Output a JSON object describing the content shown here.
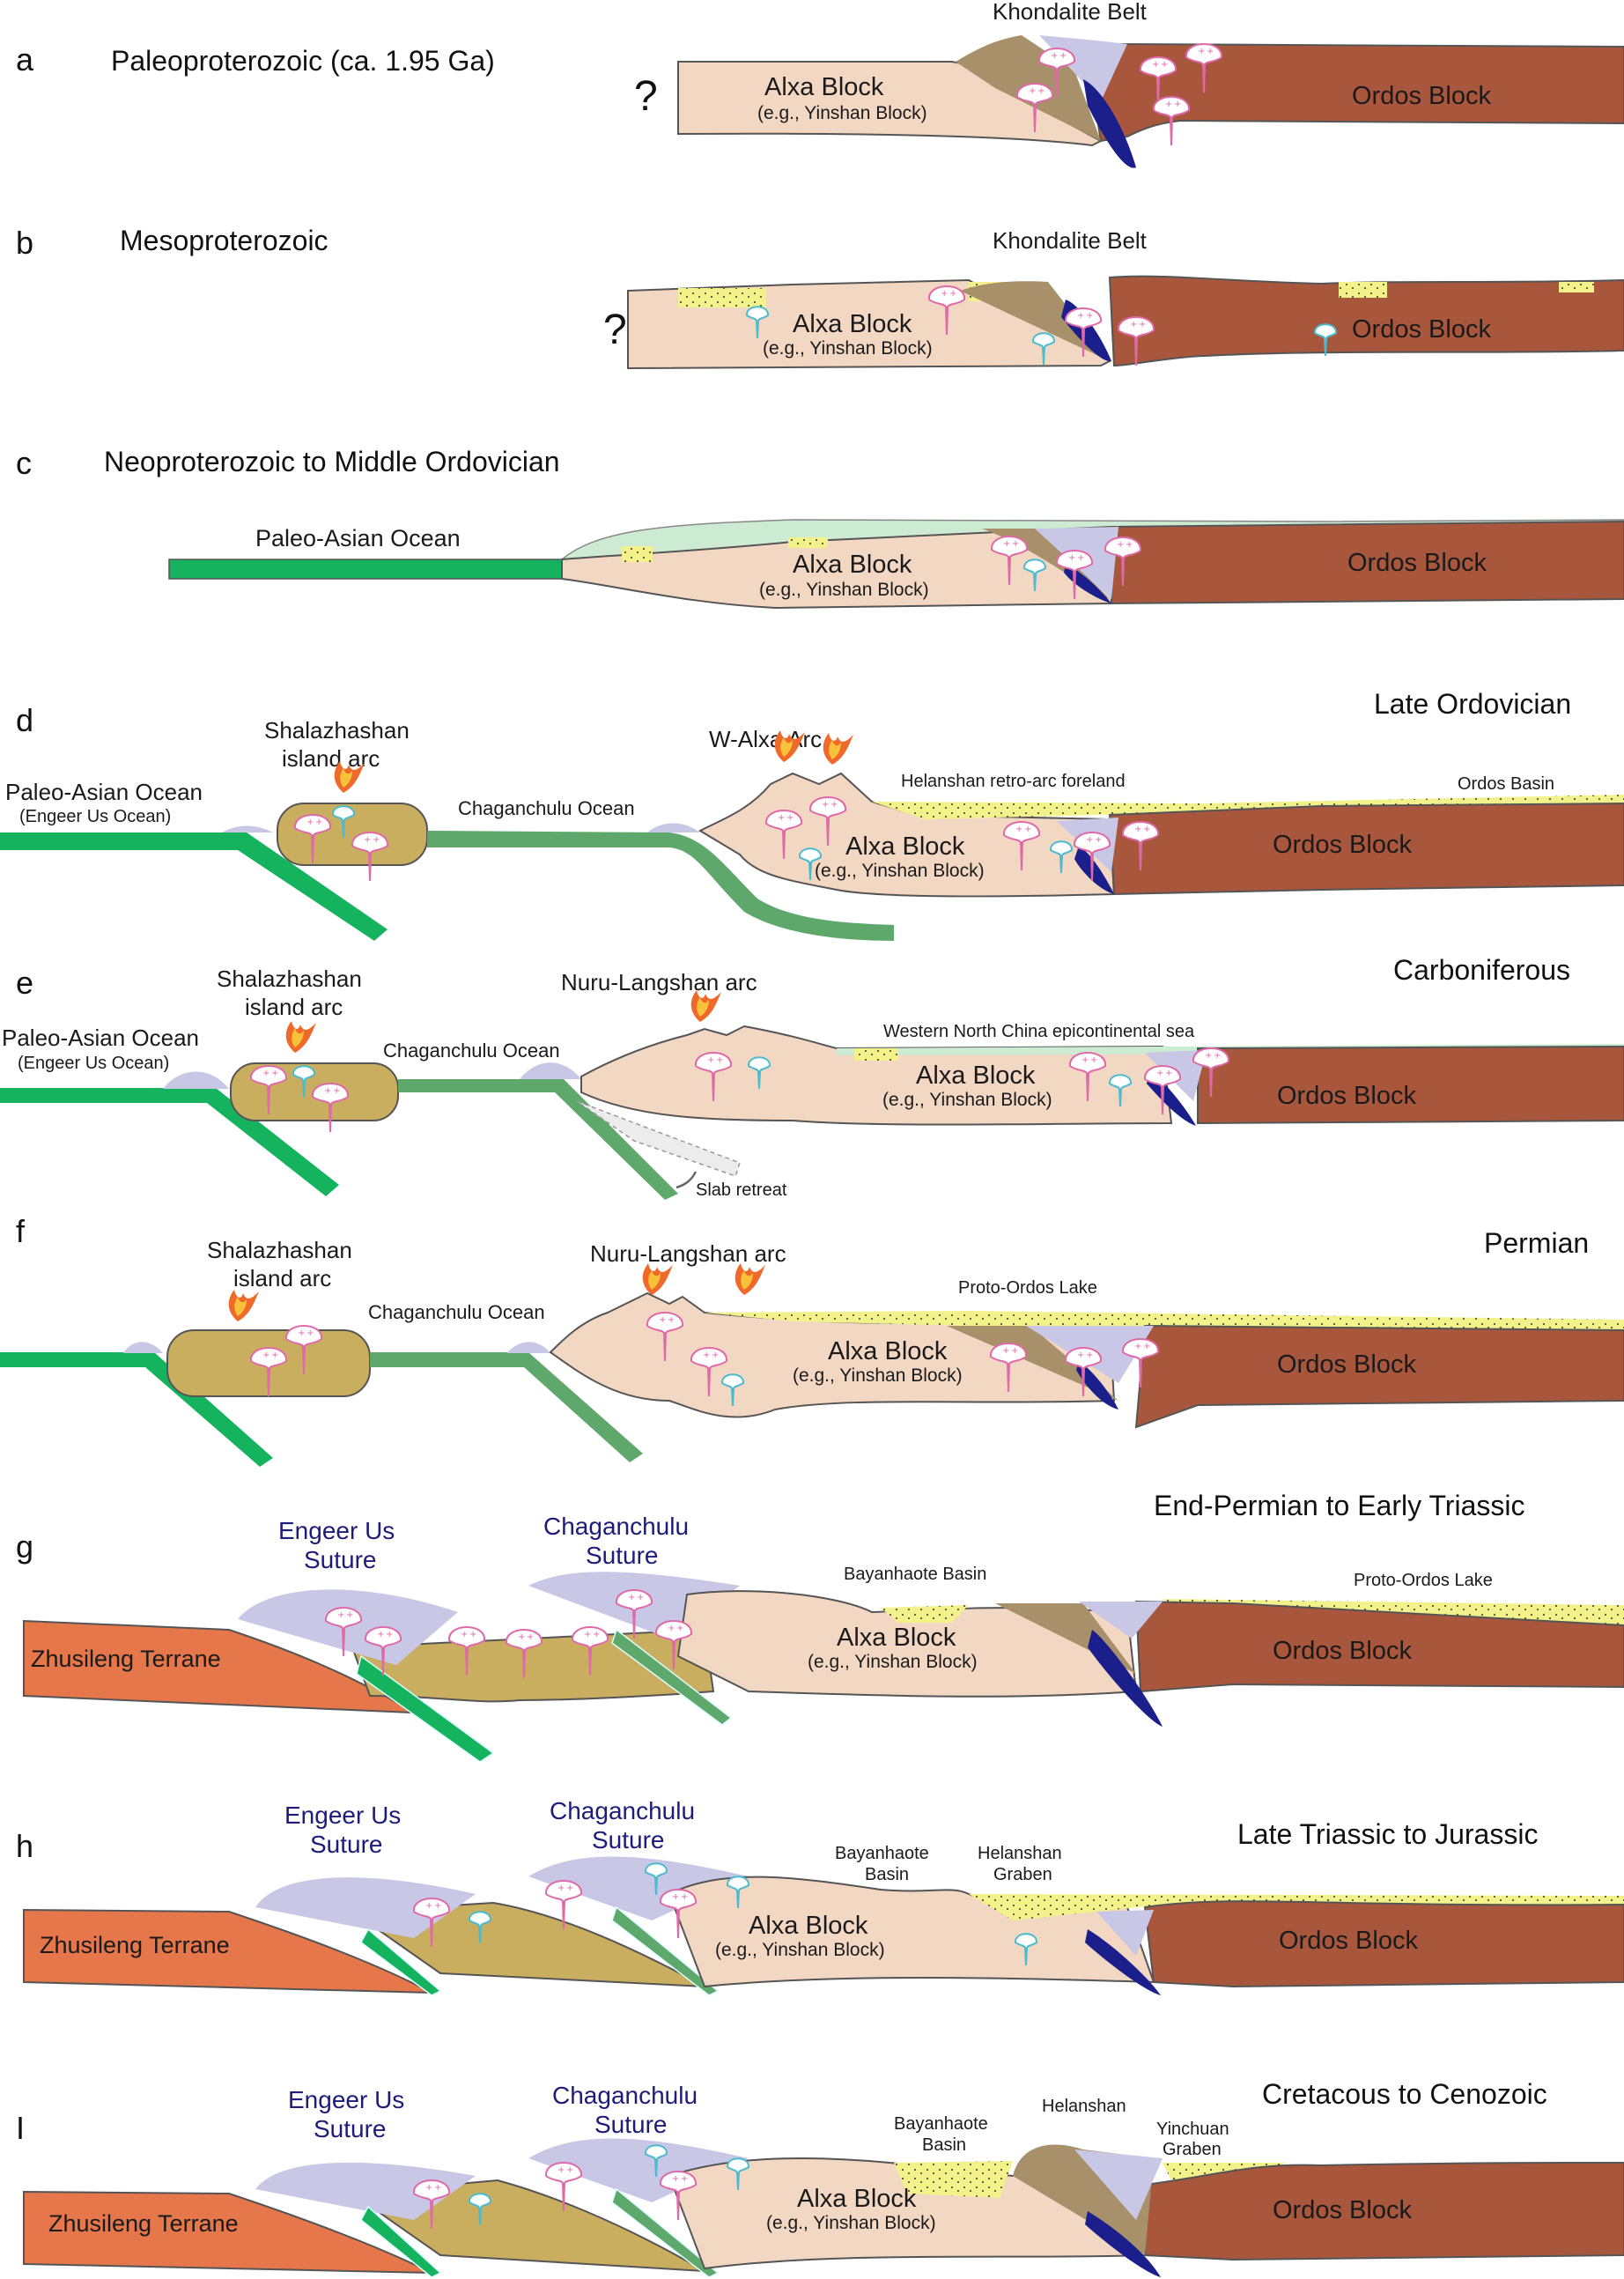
{
  "figure": {
    "description": "Tectonic evolution cross-sections of the Alxa and Ordos blocks",
    "colors": {
      "alxa_block": "#f2d7c3",
      "ordos_block": "#a8573d",
      "zhusileng_terrane": "#e5774a",
      "island_arc": "#c9ae5f",
      "oceanic_slab_bright": "#16b35f",
      "oceanic_slab_dark": "#5fa86c",
      "sediment_yellow": "#f3f28a",
      "epicontinental_sea": "#cdebd2",
      "accretionary_lilac": "#c9c7e6",
      "foreland_brown": "#a8906a",
      "mafic_blue": "#1a1f8c",
      "fault_red": "#e02020",
      "fault_orange": "#e88a20",
      "granite_pink": "#e06aa8",
      "granite_cyan": "#4bbccf",
      "suture_text": "#1e1b7a"
    },
    "panels": [
      {
        "letter": "a",
        "period": "Paleoproterozoic (ca. 1.95 Ga)",
        "question_mark": "?",
        "labels": {
          "top": "Khondalite Belt",
          "alxa": "Alxa Block",
          "alxa_sub": "(e.g., Yinshan Block)",
          "ordos": "Ordos Block"
        }
      },
      {
        "letter": "b",
        "period": "Mesoproterozoic",
        "question_mark": "?",
        "labels": {
          "top": "Khondalite Belt",
          "alxa": "Alxa Block",
          "alxa_sub": "(e.g., Yinshan Block)",
          "ordos": "Ordos Block"
        }
      },
      {
        "letter": "c",
        "period": "Neoproterozoic to Middle Ordovician",
        "labels": {
          "ocean": "Paleo-Asian Ocean",
          "alxa": "Alxa Block",
          "alxa_sub": "(e.g., Yinshan Block)",
          "ordos": "Ordos Block"
        }
      },
      {
        "letter": "d",
        "period": "Late Ordovician",
        "labels": {
          "arc1_line1": "Shalazhashan",
          "arc1_line2": "island arc",
          "ocean1": "Paleo-Asian Ocean",
          "ocean1_sub": "(Engeer Us Ocean)",
          "ocean2": "Chaganchulu Ocean",
          "arc2": "W-Alxa Arc",
          "foreland": "Helanshan retro-arc foreland",
          "basin": "Ordos Basin",
          "alxa": "Alxa Block",
          "alxa_sub": "(e.g., Yinshan Block)",
          "ordos": "Ordos Block"
        }
      },
      {
        "letter": "e",
        "period": "Carboniferous",
        "labels": {
          "arc1_line1": "Shalazhashan",
          "arc1_line2": "island arc",
          "ocean1": "Paleo-Asian Ocean",
          "ocean1_sub": "(Engeer Us Ocean)",
          "ocean2": "Chaganchulu Ocean",
          "arc2": "Nuru-Langshan arc",
          "sea": "Western North China epicontinental sea",
          "slab": "Slab retreat",
          "alxa": "Alxa Block",
          "alxa_sub": "(e.g., Yinshan Block)",
          "ordos": "Ordos Block"
        }
      },
      {
        "letter": "f",
        "period": "Permian",
        "labels": {
          "arc1_line1": "Shalazhashan",
          "arc1_line2": "island arc",
          "ocean2": "Chaganchulu Ocean",
          "arc2": "Nuru-Langshan arc",
          "lake": "Proto-Ordos Lake",
          "alxa": "Alxa Block",
          "alxa_sub": "(e.g., Yinshan Block)",
          "ordos": "Ordos Block"
        }
      },
      {
        "letter": "g",
        "period": "End-Permian to Early Triassic",
        "labels": {
          "suture1_line1": "Engeer Us",
          "suture1_line2": "Suture",
          "suture2_line1": "Chaganchulu",
          "suture2_line2": "Suture",
          "basin": "Bayanhaote Basin",
          "lake": "Proto-Ordos Lake",
          "terrane": "Zhusileng Terrane",
          "alxa": "Alxa Block",
          "alxa_sub": "(e.g., Yinshan Block)",
          "ordos": "Ordos Block"
        }
      },
      {
        "letter": "h",
        "period": "Late Triassic to Jurassic",
        "labels": {
          "suture1_line1": "Engeer Us",
          "suture1_line2": "Suture",
          "suture2_line1": "Chaganchulu",
          "suture2_line2": "Suture",
          "basin_line1": "Bayanhaote",
          "basin_line2": "Basin",
          "graben_line1": "Helanshan",
          "graben_line2": "Graben",
          "terrane": "Zhusileng Terrane",
          "alxa": "Alxa Block",
          "alxa_sub": "(e.g., Yinshan Block)",
          "ordos": "Ordos Block"
        }
      },
      {
        "letter": "I",
        "period": "Cretacous to Cenozoic",
        "labels": {
          "suture1_line1": "Engeer Us",
          "suture1_line2": "Suture",
          "suture2_line1": "Chaganchulu",
          "suture2_line2": "Suture",
          "basin_line1": "Bayanhaote",
          "basin_line2": "Basin",
          "mountain": "Helanshan",
          "graben_line1": "Yinchuan",
          "graben_line2": "Graben",
          "terrane": "Zhusileng Terrane",
          "alxa": "Alxa Block",
          "alxa_sub": "(e.g., Yinshan Block)",
          "ordos": "Ordos Block"
        }
      }
    ]
  }
}
